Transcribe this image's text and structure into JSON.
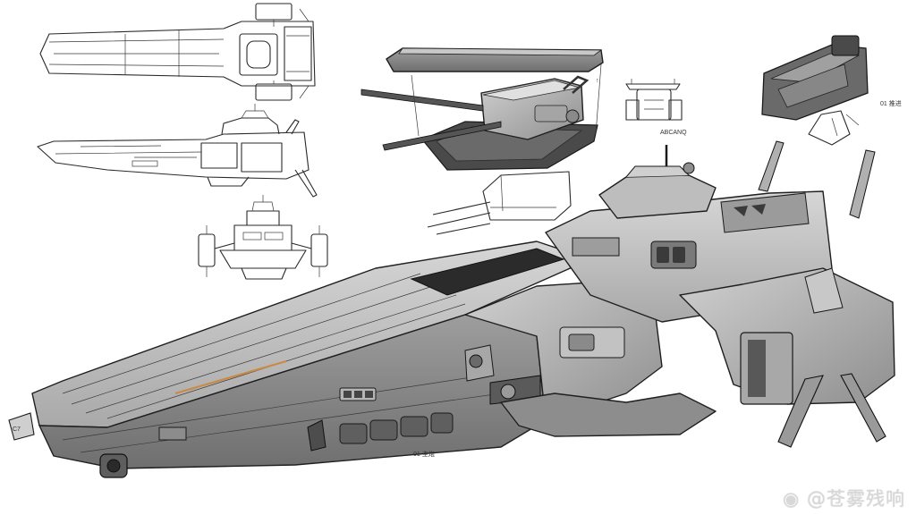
{
  "sketch_notes": {
    "turret_label": "ABCANQ",
    "engine_label": "01 推进",
    "hull_label": "01 主炮",
    "bow_mark": "C7"
  },
  "watermark": {
    "text": "@苍雾残响"
  },
  "colors": {
    "line": "#2a2a2a",
    "hull_light": "#bdbdbd",
    "hull_mid": "#9a9a9a",
    "hull_dark": "#6e6e6e",
    "accent_orange": "#c98a45"
  },
  "icons": [
    "warship-sketch",
    "turret-sketch",
    "engine-module-sketch",
    "weibo-logo"
  ]
}
